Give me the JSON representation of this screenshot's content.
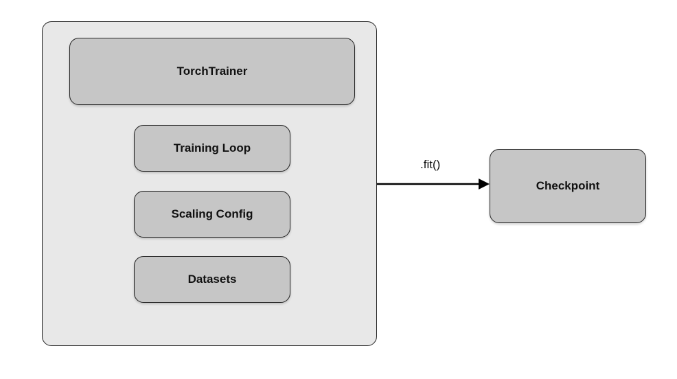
{
  "nodes": {
    "torchtrainer": "TorchTrainer",
    "training_loop": "Training Loop",
    "scaling_config": "Scaling Config",
    "datasets": "Datasets",
    "checkpoint": "Checkpoint"
  },
  "edge": {
    "label": ".fit()"
  },
  "colors": {
    "container_fill": "#e8e8e8",
    "node_fill": "#c6c6c6",
    "stroke": "#222222"
  }
}
